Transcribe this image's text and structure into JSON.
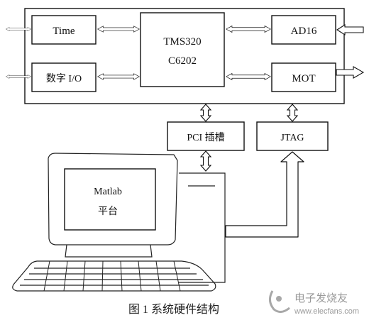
{
  "blocks": {
    "time": "Time",
    "digital_io": "数字 I/O",
    "dsp_line1": "TMS320",
    "dsp_line2": "C6202",
    "ad16": "AD16",
    "mot": "MOT",
    "pci": "PCI 插槽",
    "jtag": "JTAG",
    "matlab_line1": "Matlab",
    "matlab_line2": "平台"
  },
  "caption": "图 1 系统硬件结构",
  "watermark": {
    "brand": "电子发烧友",
    "url": "www.elecfans.com"
  }
}
